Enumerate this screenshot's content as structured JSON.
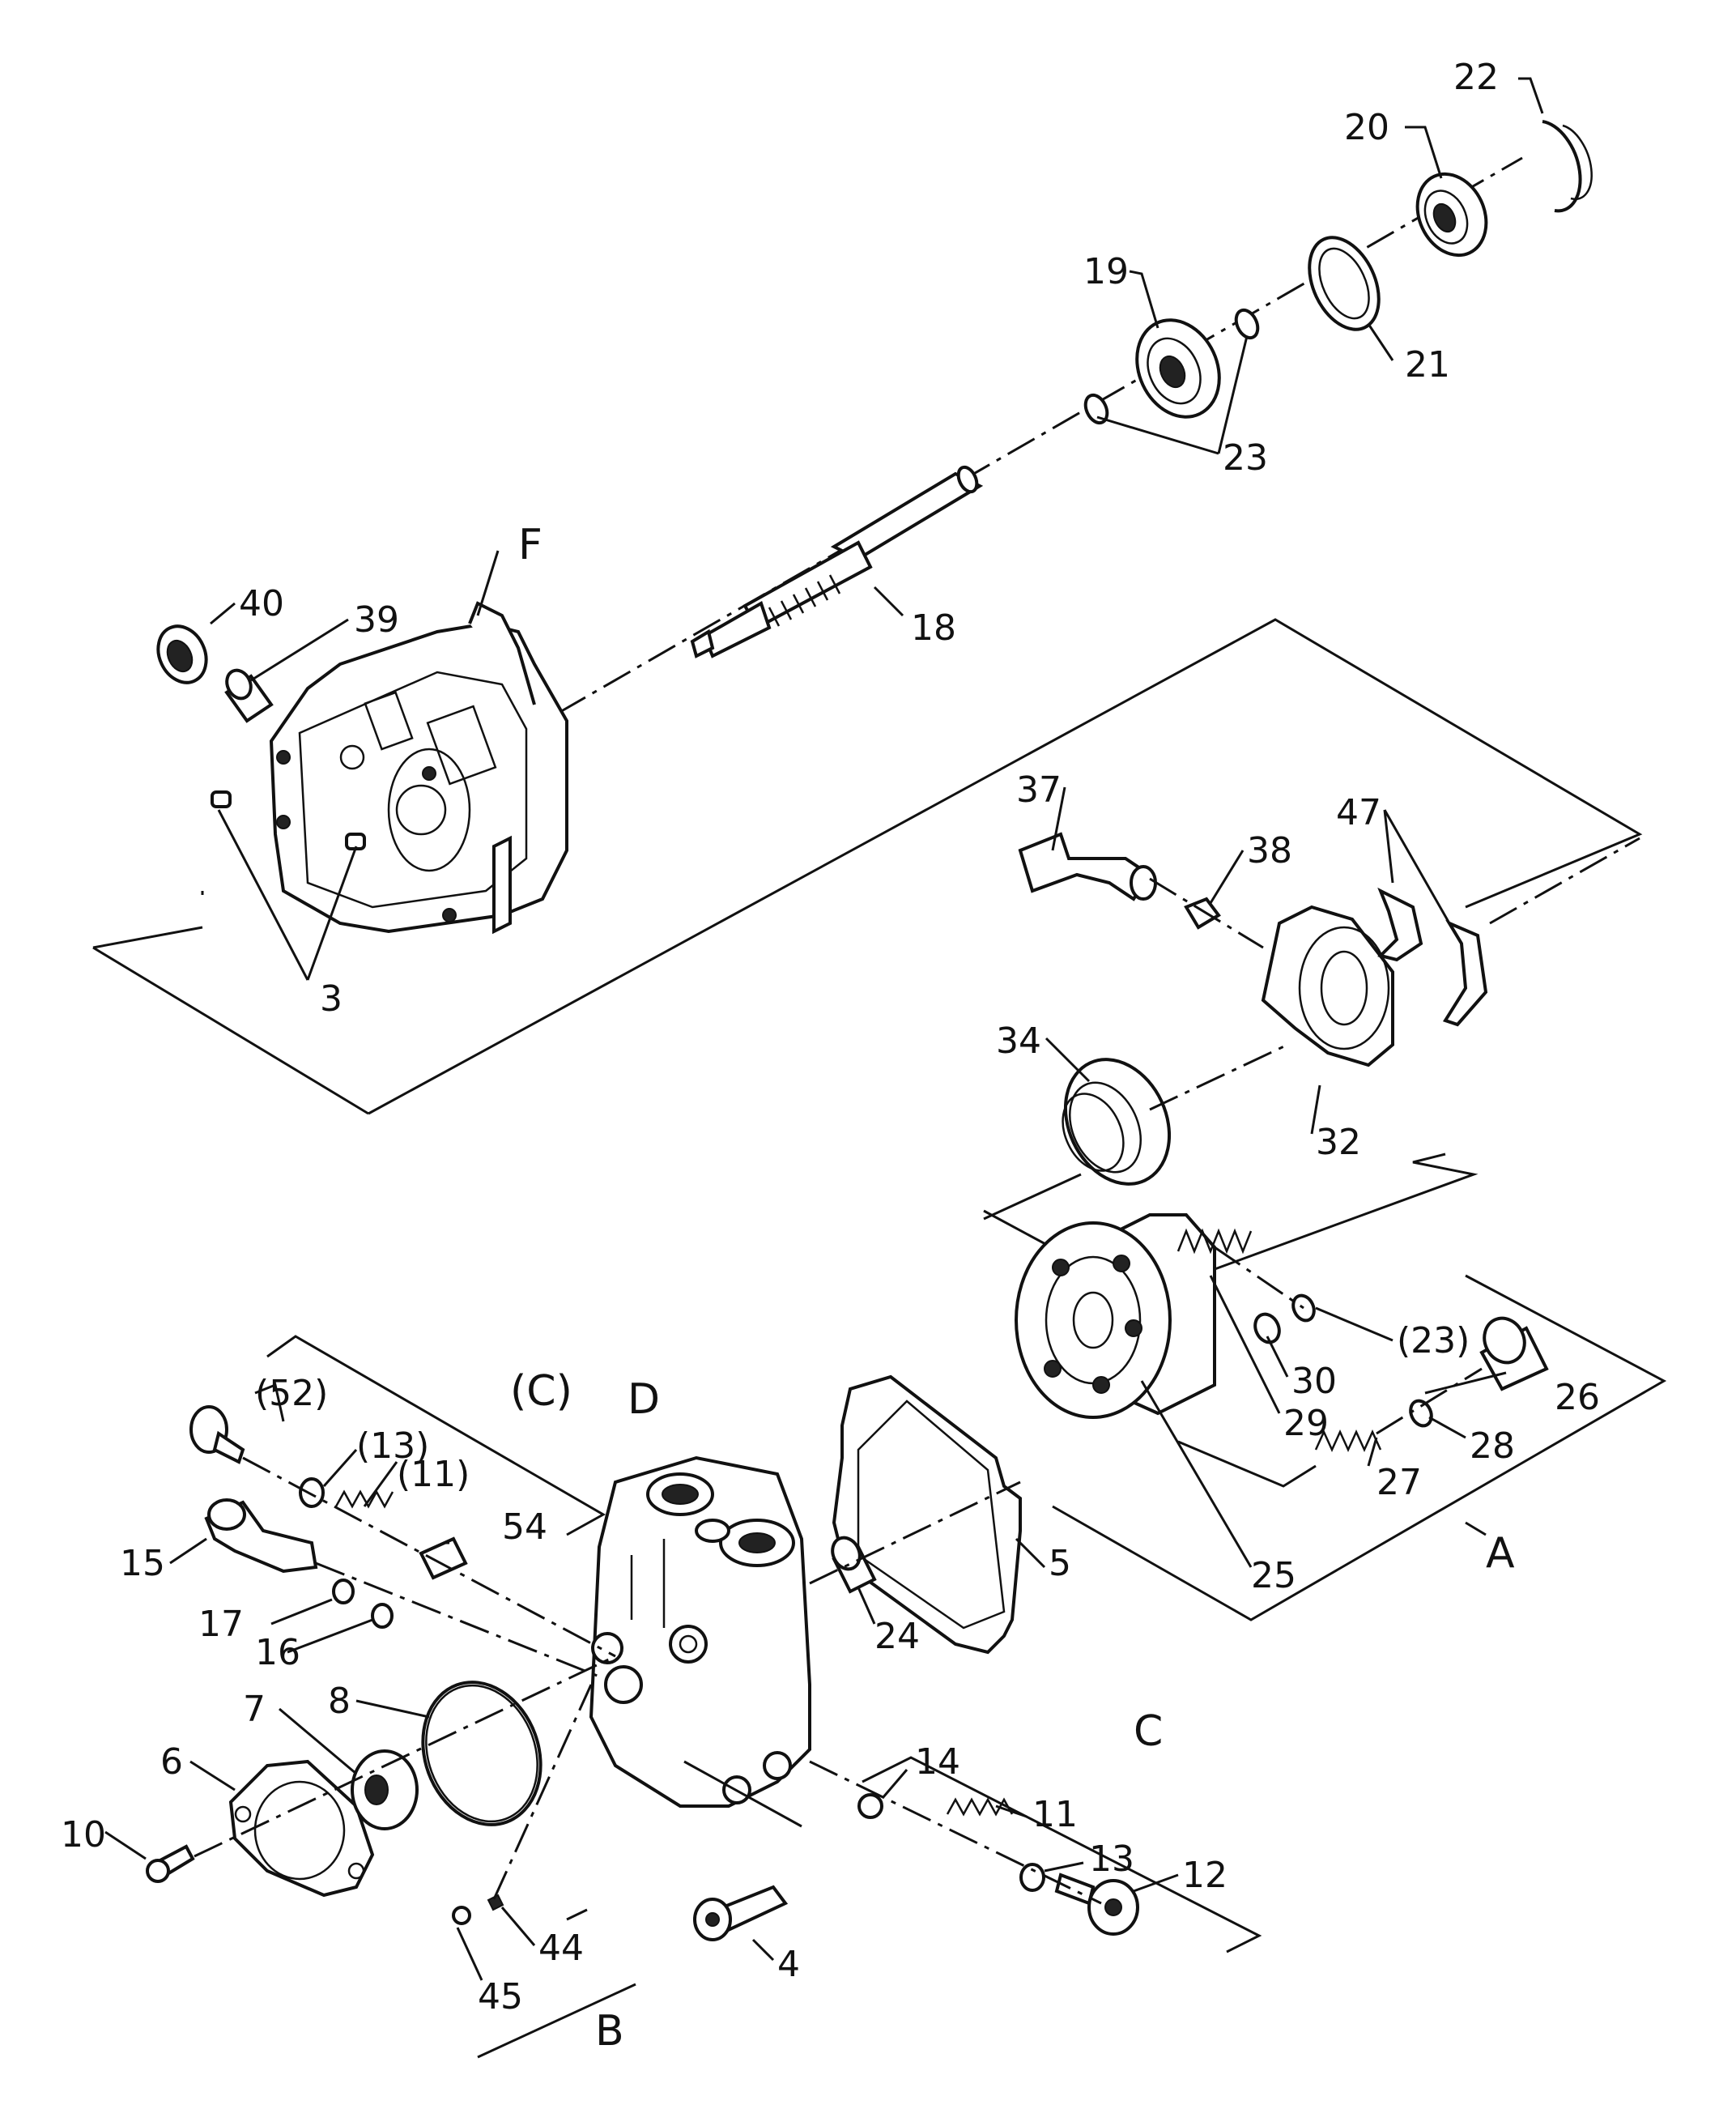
{
  "diagram": {
    "colors": {
      "ink": "#111111",
      "paper": "#ffffff"
    },
    "callouts": {
      "c22": "22",
      "c20": "20",
      "c19": "19",
      "c21": "21",
      "c23": "23",
      "cF": "F",
      "c40": "40",
      "c39": "39",
      "c18": "18",
      "c3": "3",
      "c37": "37",
      "c38": "38",
      "c47": "47",
      "c34": "34",
      "c32": "32",
      "c23p": "(23)",
      "c30": "30",
      "c26": "26",
      "c29": "29",
      "c28": "28",
      "c27": "27",
      "cA": "A",
      "c25": "25",
      "c52p": "(52)",
      "c13p": "(13)",
      "c11p": "(11)",
      "cCp": "(C)",
      "cD": "D",
      "c54": "54",
      "c15": "15",
      "c17": "17",
      "c16": "16",
      "c5": "5",
      "c24": "24",
      "c8": "8",
      "c7": "7",
      "c6": "6",
      "c10": "10",
      "c14": "14",
      "cC": "C",
      "c11": "11",
      "c13": "13",
      "c12": "12",
      "c44": "44",
      "c45": "45",
      "c4": "4",
      "cB": "B"
    }
  }
}
